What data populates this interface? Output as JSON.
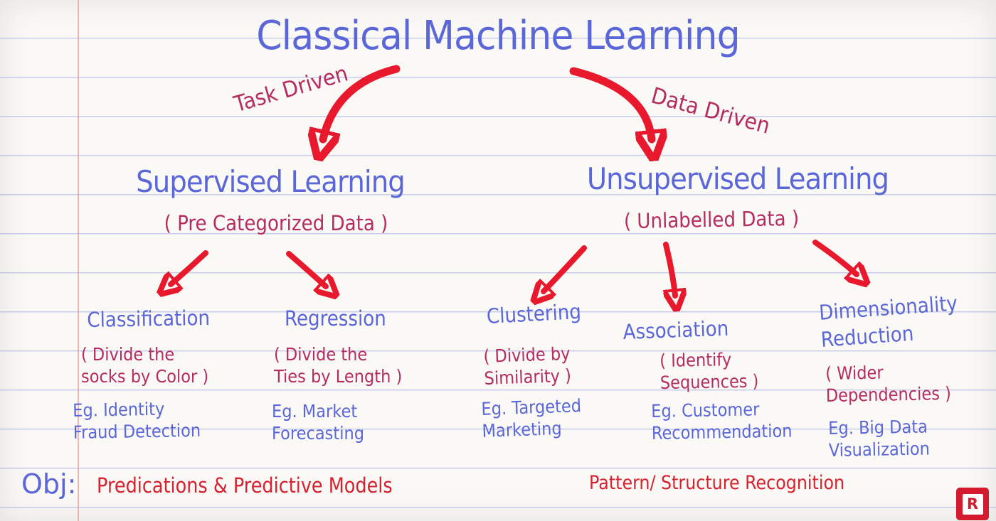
{
  "title": "Classical Machine Learning",
  "edges": {
    "left_label": "Task Driven",
    "right_label": "Data Driven"
  },
  "branches": {
    "supervised": {
      "title": "Supervised Learning",
      "subtitle": "( Pre Categorized Data )",
      "children": [
        {
          "title": "Classification",
          "analogy": "( Divide the\nsocks by Color )",
          "example": "Eg. Identity\nFraud Detection"
        },
        {
          "title": "Regression",
          "analogy": "( Divide the\nTies by Length )",
          "example": "Eg. Market\nForecasting"
        }
      ]
    },
    "unsupervised": {
      "title": "Unsupervised Learning",
      "subtitle": "( Unlabelled Data )",
      "children": [
        {
          "title": "Clustering",
          "analogy": "( Divide by\nSimilarity )",
          "example": "Eg. Targeted\nMarketing"
        },
        {
          "title": "Association",
          "analogy": "( Identify\nSequences )",
          "example": "Eg. Customer\nRecommendation"
        },
        {
          "title": "Dimensionality\nReduction",
          "analogy": "( Wider\nDependencies )",
          "example": "Eg. Big Data\nVisualization"
        }
      ]
    }
  },
  "objectives": {
    "label": "Obj:",
    "supervised": "Predications & Predictive Models",
    "unsupervised": "Pattern/ Structure Recognition"
  },
  "logo": {
    "letter": "R"
  },
  "colors": {
    "ink_blue": "#5b67d8",
    "ink_crimson": "#b62b60",
    "ink_red": "#d6212f",
    "arrow_red": "#e8192c",
    "rule_line": "#c9cdeb",
    "margin_line": "#e6928c",
    "paper": "#faf9f6",
    "logo_red": "#d41a2e"
  }
}
